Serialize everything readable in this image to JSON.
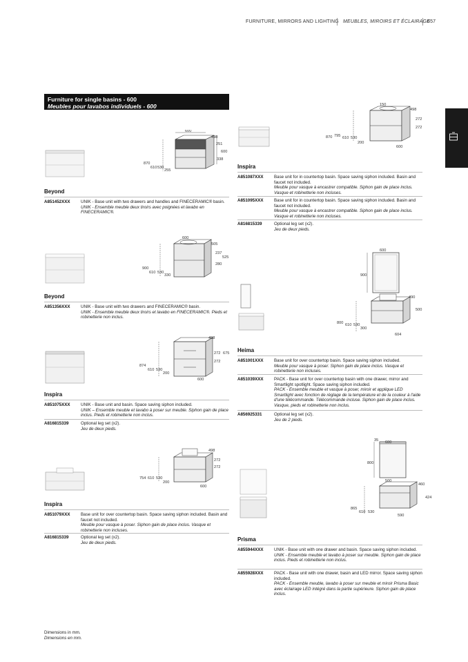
{
  "header": {
    "en": "FURNITURE, MIRRORS AND LIGHTING",
    "fr": "MEUBLES, MIROIRS ET ÉCLAIRAGE",
    "page": "657"
  },
  "section": {
    "title_en": "Furniture for single basins - 600",
    "title_fr": "Meubles pour lavabos individuels - 600"
  },
  "left": [
    {
      "name": "Beyond",
      "dims": [
        "600",
        "498",
        "251",
        "600",
        "338",
        "870",
        "610",
        "530",
        "255"
      ],
      "items": [
        {
          "code": "A851452XXX",
          "en": "UNIK - Base unit with two drawers and handles and FINECERAMIC® basin.",
          "fr": "UNIK - Ensemble meuble deux tiroirs avec poignées et lavabo en FINECERAMIC®."
        }
      ]
    },
    {
      "name": "Beyond",
      "dims": [
        "600",
        "505",
        "237",
        "525",
        "280",
        "900",
        "610",
        "530",
        "330"
      ],
      "items": [
        {
          "code": "A851356XXX",
          "en": "UNIK - Base unit with two drawers and FINECERAMIC® basin.",
          "fr": "UNIK - Ensemble meuble deux tiroirs et lavabo en FINECERAMIC®. Pieds et robinetterie non inclus."
        }
      ]
    },
    {
      "name": "Inspira",
      "dims": [
        "498",
        "272",
        "675",
        "272",
        "874",
        "610",
        "530",
        "200",
        "600"
      ],
      "items": [
        {
          "code": "A851075XXX",
          "en": "UNIK - Base unit and basin. Space saving siphon included.",
          "fr": "UNIK – Ensemble meuble et lavabo à poser sur meuble. Siphon gain de place inclus. Pieds et robinetterie non inclus."
        },
        {
          "code": "A816815339",
          "en": "Optional leg set (x2).",
          "fr": "Jeu de deux pieds."
        }
      ]
    },
    {
      "name": "Inspira",
      "dims": [
        "498",
        "272",
        "272",
        "754",
        "610",
        "530",
        "200",
        "600"
      ],
      "items": [
        {
          "code": "A851079XXX",
          "en": "Base unit for over countertop basin. Space saving siphon included. Basin and faucet not included.",
          "fr": "Meuble pour vasque à poser. Siphon gain de place inclus. Vasque et robinetterie non incluses."
        },
        {
          "code": "A816815339",
          "en": "Optional leg set (x2).",
          "fr": "Jeu de deux pieds."
        }
      ]
    }
  ],
  "right": [
    {
      "name": "Inspira",
      "dims": [
        "150",
        "498",
        "272",
        "272",
        "870",
        "795",
        "610",
        "530",
        "200",
        "600"
      ],
      "items": [
        {
          "code": "A851087XXX",
          "en": "Base unit for in countertop basin. Space saving siphon included. Basin and faucet not included.",
          "fr": "Meuble pour vasque à encastrer compatible. Siphon gain de place inclus. Vasque et robinetterie non incluses."
        },
        {
          "code": "A851095XXX",
          "en": "Base unit for in countertop basin. Space saving siphon included. Basin and faucet not included.",
          "fr": "Meuble pour vasque à encastrer compatible. Siphon gain de place inclus. Vasque et robinetterie non incluses."
        },
        {
          "code": "A816815339",
          "en": "Optional leg set (x2).",
          "fr": "Jeu de deux pieds."
        }
      ]
    },
    {
      "name": "Heima",
      "dims": [
        "600",
        "900",
        "490",
        "500",
        "800",
        "610",
        "530",
        "300",
        "604"
      ],
      "items": [
        {
          "code": "A851001XXX",
          "en": "Base unit for over countertop basin. Space saving siphon included.",
          "fr": "Meuble pour vasque à poser. Siphon gain de place inclus. Vasque et robinetterie non incluses."
        },
        {
          "code": "A851039XXX",
          "en": "PACK - Base unit for over countertop basin with one drawer, mirror and Smartlight spotlight. Space saving siphon included.",
          "fr": "PACK - Ensemble meuble et vasque à poser, miroir et applique LED Smartlight avec fonction de réglage de la température et de la couleur à l'aide d'une télécommande. Télécommande incluse. Siphon gain de place inclus. Vasque, pieds et robinetterie non inclus."
        },
        {
          "code": "A856925331",
          "en": "Optional leg set (x2).",
          "fr": "Jeu de 2 pieds."
        }
      ]
    },
    {
      "name": "Prisma",
      "dims": [
        "35",
        "600",
        "800",
        "500",
        "460",
        "424",
        "865",
        "610",
        "530",
        "590"
      ],
      "items": [
        {
          "code": "A855944XXX",
          "en": "UNIK - Base unit with one drawer and basin. Space saving siphon included.",
          "fr": "UNIK - Ensemble meuble et lavabo à poser sur meuble. Siphon gain de place inclus. Pieds et robinetterie non inclus."
        },
        {
          "code": "A855928XXX",
          "en": "PACK - Base unit with one drawer, basin and LED mirror. Space saving siphon included.",
          "fr": "PACK - Ensemble meuble, lavabo à poser sur meuble et miroir Prisma Basic avec éclairage LED intégré dans la partie supérieure. Siphon gain de place inclus."
        }
      ]
    }
  ],
  "footer": {
    "en": "Dimensions in mm.",
    "fr": "Dimensions en mm."
  }
}
